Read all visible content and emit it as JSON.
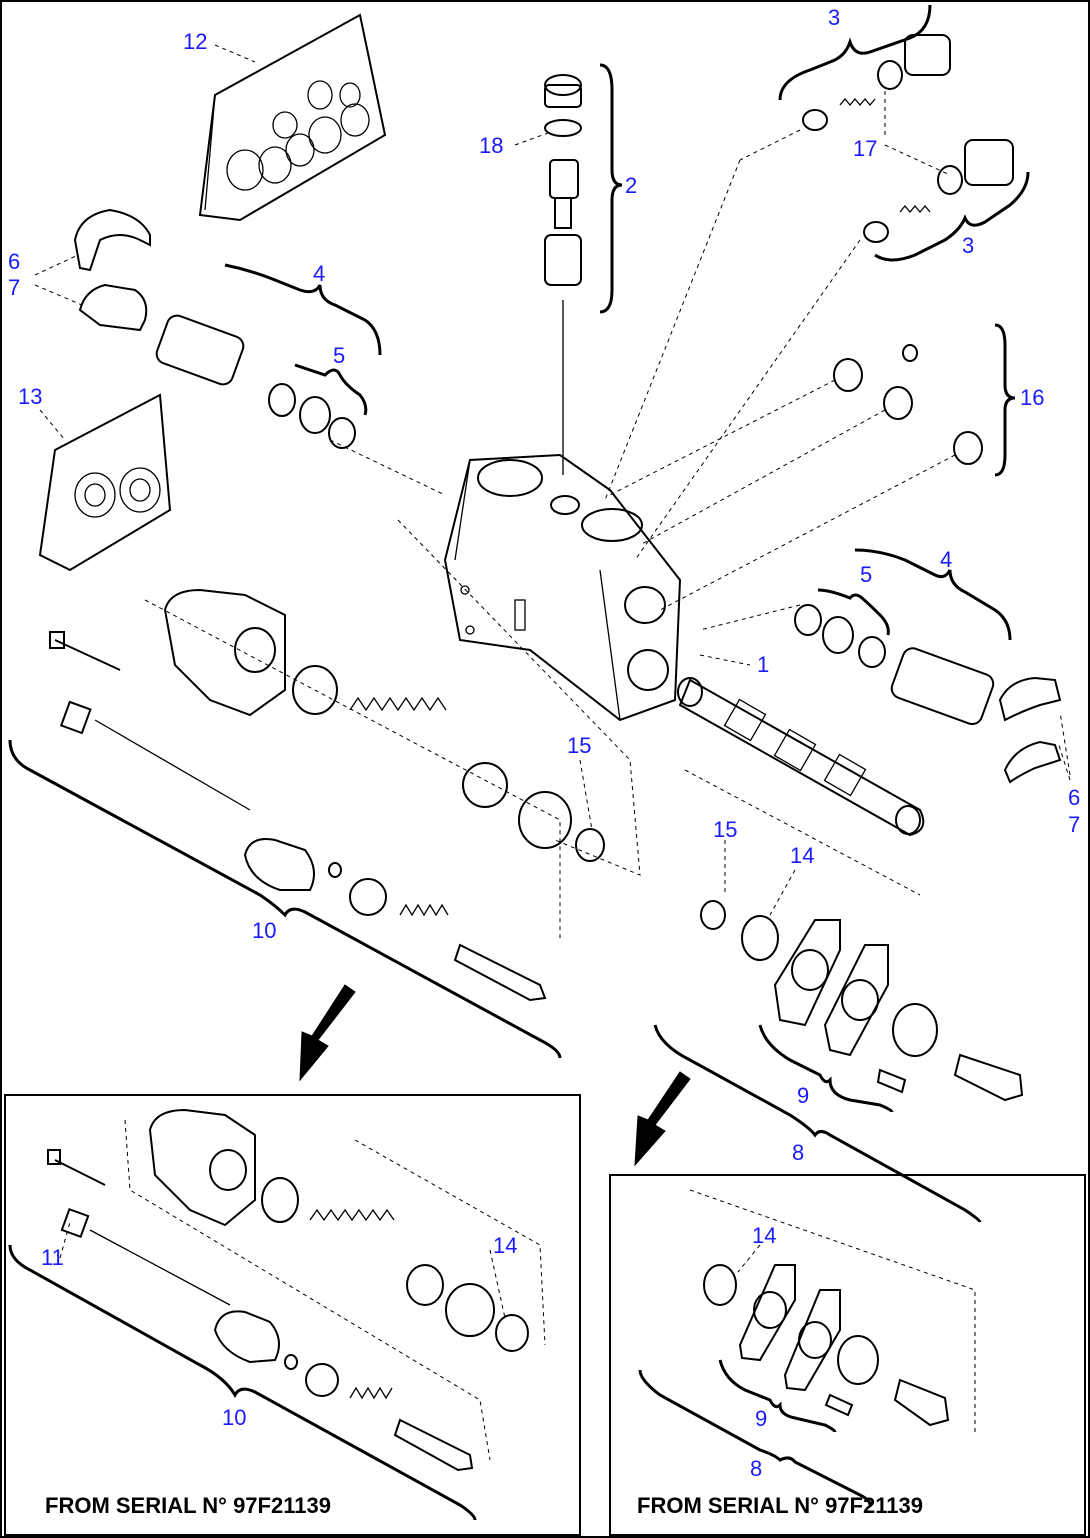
{
  "callouts": {
    "c1": "1",
    "c2": "2",
    "c3a": "3",
    "c3b": "3",
    "c4a": "4",
    "c4b": "4",
    "c5a": "5",
    "c5b": "5",
    "c6a": "6",
    "c7a": "7",
    "c6b": "6",
    "c7b": "7",
    "c8a": "8",
    "c8b": "8",
    "c9a": "9",
    "c9b": "9",
    "c10a": "10",
    "c10b": "10",
    "c11": "11",
    "c12": "12",
    "c13": "13",
    "c14a": "14",
    "c14b": "14",
    "c14c": "14",
    "c15a": "15",
    "c15b": "15",
    "c16": "16",
    "c17": "17",
    "c18": "18"
  },
  "inset_left": {
    "caption": "FROM SERIAL N° 97F21139"
  },
  "inset_right": {
    "caption": "FROM SERIAL N° 97F21139"
  }
}
